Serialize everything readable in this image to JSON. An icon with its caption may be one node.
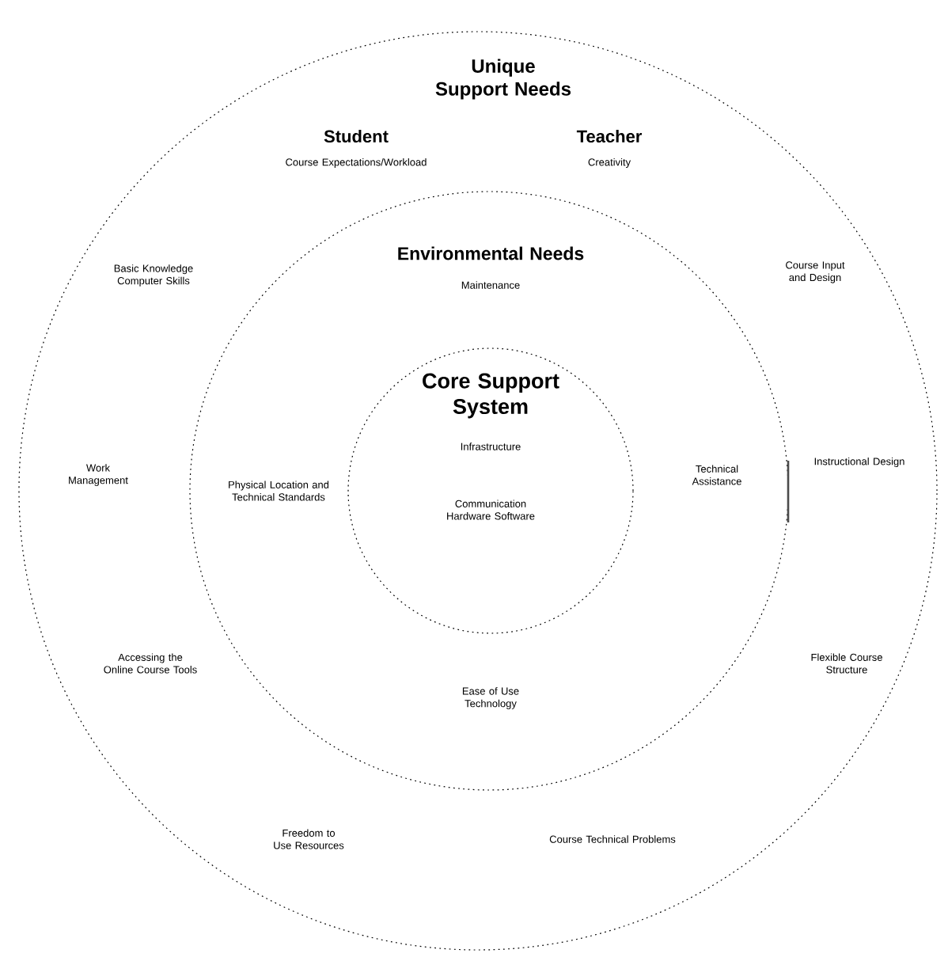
{
  "diagram": {
    "nodes": [
      {
        "text": [
          "Unique Support Needs"
        ]
      },
      {
        "text": [
          "Environmental Needs",
          "Maintenance"
        ],
        "in": 0
      },
      {
        "text": [
          "Core Support System",
          "Infrastructure",
          "Communication Hardware Software"
        ],
        "in": 1
      }
    ],
    "labels": [
      "Student",
      "Course Expectations/Workload",
      "Teacher",
      "Creativity",
      "Basic Knowledge Computer Skills",
      "Course Input and Design",
      "Work Management",
      "Physical Location and Technical Standards",
      "Technical Assistance",
      "Instructional Design",
      "Accessing the Online Course Tools",
      "Flexible Course Structure",
      "Ease of Use Technology",
      "Freedom to Use Resources",
      "Course Technical Problems"
    ]
  }
}
